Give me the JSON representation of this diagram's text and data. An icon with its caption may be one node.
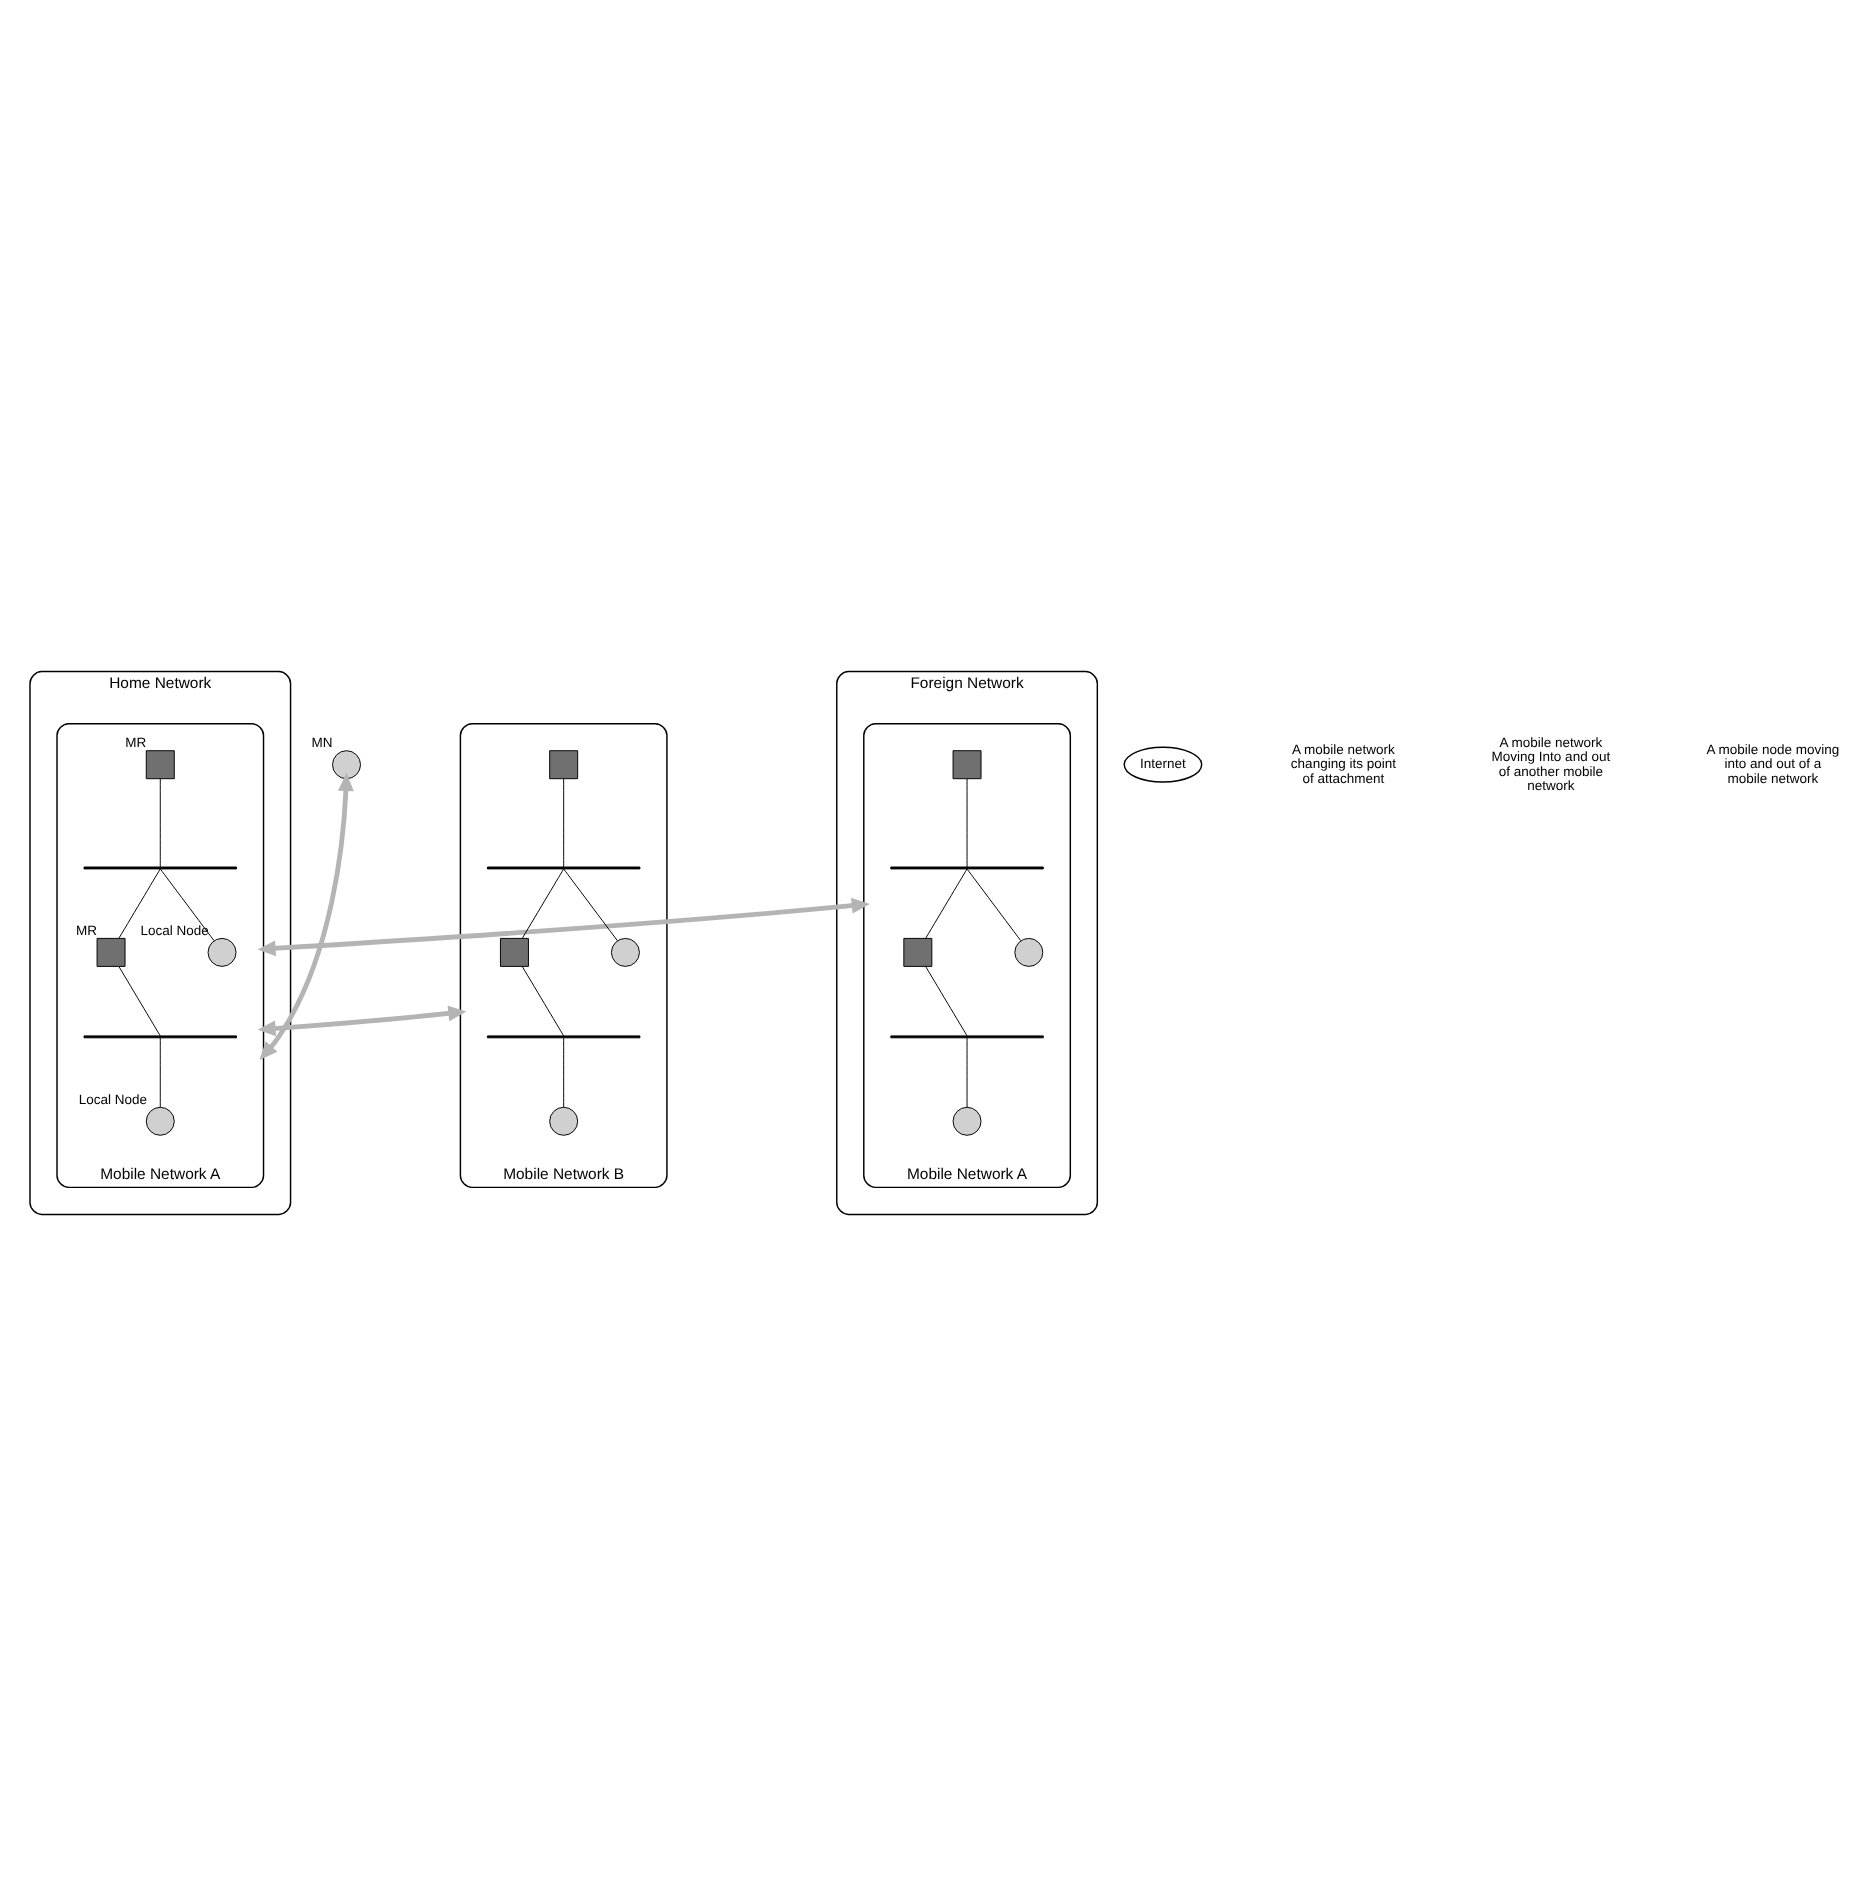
{
  "diagram": {
    "nodes": [
      {
        "text": [
          "Home Network"
        ]
      },
      {
        "text": [
          "Mobile Network A"
        ],
        "in": 0
      },
      {
        "text": [],
        "shape": "box",
        "beside": [
          "MR"
        ],
        "in": 1
      },
      {
        "text": [],
        "shape": "bar",
        "in": 1
      },
      {
        "text": [],
        "shape": "box",
        "beside": [
          "MR"
        ],
        "in": 1
      },
      {
        "text": [],
        "shape": "circle",
        "beside": [
          "Local Node"
        ],
        "in": 1
      },
      {
        "text": [],
        "shape": "bar",
        "in": 1
      },
      {
        "text": [],
        "shape": "circle",
        "beside": [
          "Local Node"
        ],
        "in": 1
      },
      {
        "text": [
          "Internet"
        ]
      },
      {
        "text": [
          "Foreign Network"
        ]
      },
      {
        "text": [
          "Mobile Network A"
        ],
        "in": 9
      },
      {
        "text": [],
        "shape": "box",
        "in": 10
      },
      {
        "text": [],
        "shape": "bar",
        "in": 10
      },
      {
        "text": [],
        "shape": "box",
        "in": 10
      },
      {
        "text": [],
        "shape": "circle",
        "in": 10
      },
      {
        "text": [],
        "shape": "bar",
        "in": 10
      },
      {
        "text": [],
        "shape": "circle",
        "in": 10
      },
      {
        "text": [
          "Mobile Network B"
        ]
      },
      {
        "text": [],
        "shape": "box",
        "in": 17
      },
      {
        "text": [],
        "shape": "bar",
        "in": 17
      },
      {
        "text": [],
        "shape": "box",
        "in": 17
      },
      {
        "text": [],
        "shape": "circle",
        "in": 17
      },
      {
        "text": [],
        "shape": "bar",
        "in": 17
      },
      {
        "text": [],
        "shape": "circle",
        "in": 17
      },
      {
        "text": [],
        "shape": "circle",
        "beside": [
          "MN"
        ]
      }
    ],
    "edges": [
      {
        "from": 2,
        "to": 3,
        "arrow": "none"
      },
      {
        "from": 3,
        "to": 4,
        "arrow": "none"
      },
      {
        "from": 3,
        "to": 5,
        "arrow": "none"
      },
      {
        "from": 4,
        "to": 6,
        "arrow": "none"
      },
      {
        "from": 6,
        "to": 7,
        "arrow": "none"
      },
      {
        "from": 11,
        "to": 12,
        "arrow": "none"
      },
      {
        "from": 12,
        "to": 13,
        "arrow": "none"
      },
      {
        "from": 12,
        "to": 14,
        "arrow": "none"
      },
      {
        "from": 13,
        "to": 15,
        "arrow": "none"
      },
      {
        "from": 15,
        "to": 16,
        "arrow": "none"
      },
      {
        "from": 18,
        "to": 19,
        "arrow": "none"
      },
      {
        "from": 19,
        "to": 20,
        "arrow": "none"
      },
      {
        "from": 19,
        "to": 21,
        "arrow": "none"
      },
      {
        "from": 20,
        "to": 22,
        "arrow": "none"
      },
      {
        "from": 22,
        "to": 23,
        "arrow": "none"
      },
      {
        "from": 1,
        "to": 10,
        "arrow": "both",
        "style": "thick",
        "color": "#b4b4b4"
      },
      {
        "from": 1,
        "to": 17,
        "arrow": "both",
        "style": "thick",
        "color": "#b4b4b4"
      },
      {
        "from": 1,
        "to": 24,
        "arrow": "both",
        "style": "thick",
        "color": "#b4b4b4"
      }
    ],
    "labels": [
      "A mobile network changing its point of attachment",
      "A mobile network Moving Into and out of another mobile network",
      "A mobile node moving into and out of a mobile network"
    ]
  }
}
